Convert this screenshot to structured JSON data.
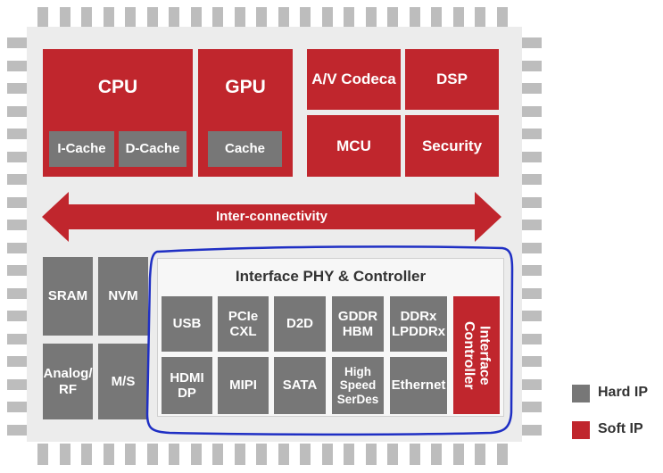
{
  "blocks": {
    "cpu": "CPU",
    "icache": "I-Cache",
    "dcache": "D-Cache",
    "gpu": "GPU",
    "gpu_cache": "Cache",
    "av_codec": "A/V Codeca",
    "dsp": "DSP",
    "mcu": "MCU",
    "security": "Security",
    "interconnect": "Inter-connectivity",
    "sram": "SRAM",
    "nvm": "NVM",
    "analog_rf": "Analog/\nRF",
    "ms": "M/S"
  },
  "interface": {
    "title": "Interface PHY & Controller",
    "row1": [
      "USB",
      "PCIe\nCXL",
      "D2D",
      "GDDR\nHBM",
      "DDRx\nLPDDRx"
    ],
    "row2": [
      "HDMI\nDP",
      "MIPI",
      "SATA",
      "High\nSpeed\nSerDes",
      "Ethernet"
    ],
    "controller": "Interface\nController"
  },
  "legend": {
    "hard_ip": "Hard IP",
    "soft_ip": "Soft IP"
  },
  "colors": {
    "soft_ip": "#c0262d",
    "hard_ip": "#777777",
    "highlight": "#1f2fc4"
  }
}
